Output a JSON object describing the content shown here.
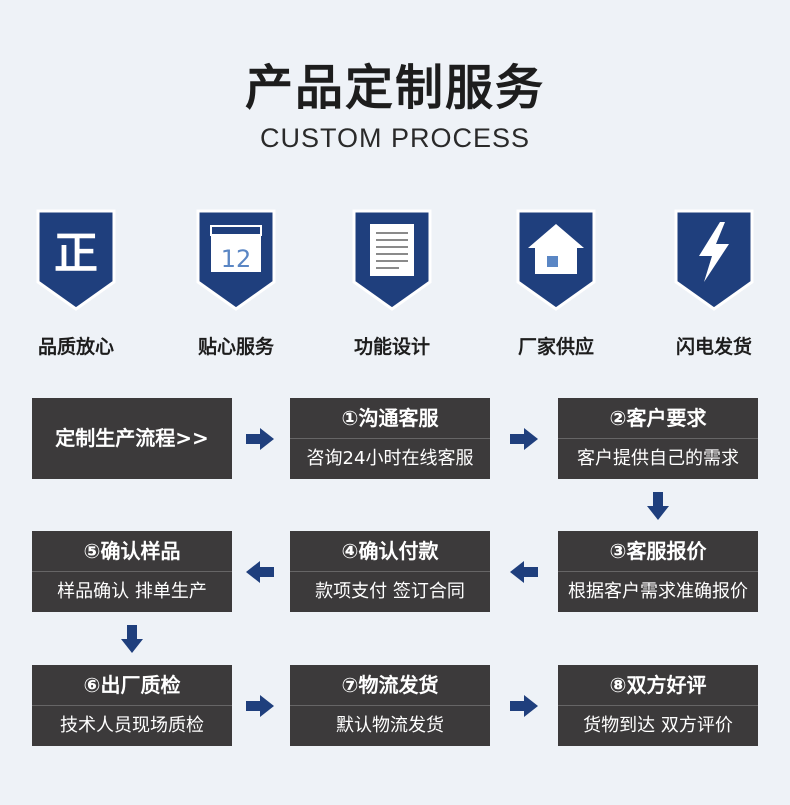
{
  "header": {
    "title": "产品定制服务",
    "subtitle": "CUSTOM PROCESS"
  },
  "colors": {
    "shield_fill": "#1f3f7d",
    "box_bg": "#3c3a3b",
    "arrow": "#1f3f7d",
    "background": "#eef2f7"
  },
  "features": [
    {
      "label": "品质放心",
      "icon": "zheng-icon",
      "glyph": "正"
    },
    {
      "label": "贴心服务",
      "icon": "calendar-icon",
      "glyph": "12"
    },
    {
      "label": "功能设计",
      "icon": "document-icon",
      "glyph": ""
    },
    {
      "label": "厂家供应",
      "icon": "factory-house-icon",
      "glyph": ""
    },
    {
      "label": "闪电发货",
      "icon": "lightning-icon",
      "glyph": ""
    }
  ],
  "process": {
    "start_label": "定制生产流程>>",
    "steps": [
      {
        "title": "①沟通客服",
        "desc": "咨询24小时在线客服"
      },
      {
        "title": "②客户要求",
        "desc": "客户提供自己的需求"
      },
      {
        "title": "③客服报价",
        "desc": "根据客户需求准确报价"
      },
      {
        "title": "④确认付款",
        "desc": "款项支付 签订合同"
      },
      {
        "title": "⑤确认样品",
        "desc": "样品确认 排单生产"
      },
      {
        "title": "⑥出厂质检",
        "desc": "技术人员现场质检"
      },
      {
        "title": "⑦物流发货",
        "desc": "默认物流发货"
      },
      {
        "title": "⑧双方好评",
        "desc": "货物到达 双方评价"
      }
    ]
  }
}
